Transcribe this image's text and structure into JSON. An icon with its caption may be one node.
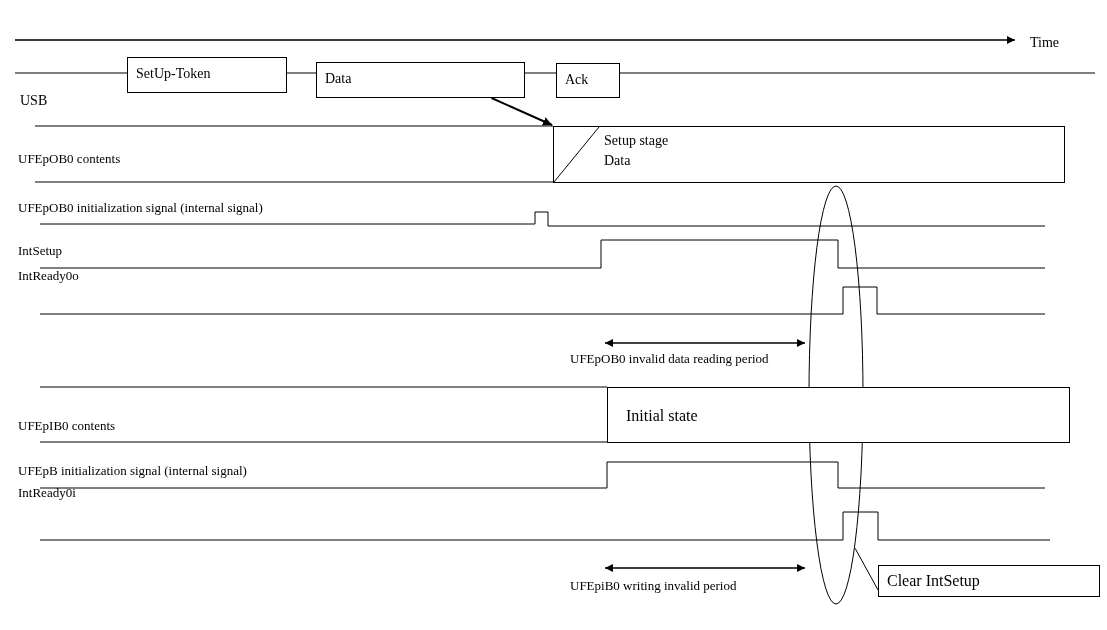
{
  "diagram": {
    "nodes": [
      {
        "text": [
          "SetUp-Token"
        ]
      },
      {
        "text": [
          "Data"
        ]
      },
      {
        "text": [
          "Ack"
        ]
      },
      {
        "text": [
          "Setup stage Data"
        ]
      },
      {
        "text": [
          "Initial state"
        ]
      },
      {
        "text": [],
        "shape": "ellipse"
      },
      {
        "text": [
          "Clear IntSetup"
        ]
      }
    ],
    "edges": [
      {
        "from": 1,
        "to": 3,
        "arrow": "to"
      },
      {
        "from": 6,
        "to": 5,
        "arrow": "none"
      }
    ],
    "labels": [
      "Time",
      "USB",
      "UFEpOB0 contents",
      "UFEpOB0 initialization signal (internal signal)",
      "IntSetup",
      "IntReady0o",
      "UFEpOB0 invalid data reading period",
      "UFEpIB0 contents",
      "UFEpB initialization signal (internal signal)",
      "IntReady0i",
      "UFEpiB0 writing invalid period"
    ]
  }
}
